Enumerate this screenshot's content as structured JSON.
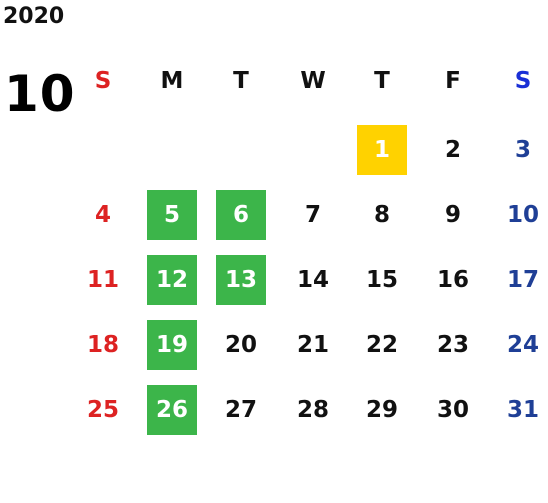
{
  "calendar": {
    "year": "2020",
    "month": "10",
    "weekdays": [
      "S",
      "M",
      "T",
      "W",
      "T",
      "F",
      "S"
    ],
    "colors": {
      "sunday": "#dd2222",
      "saturday_header": "#1a2fd6",
      "saturday": "#1f3f96",
      "weekday": "#111111",
      "highlight_green": "#3cb54a",
      "highlight_yellow": "#ffd200"
    },
    "weeks": [
      [
        {
          "day": ""
        },
        {
          "day": ""
        },
        {
          "day": ""
        },
        {
          "day": ""
        },
        {
          "day": "1",
          "highlight": "yellow"
        },
        {
          "day": "2"
        },
        {
          "day": "3"
        }
      ],
      [
        {
          "day": "4"
        },
        {
          "day": "5",
          "highlight": "green"
        },
        {
          "day": "6",
          "highlight": "green"
        },
        {
          "day": "7"
        },
        {
          "day": "8"
        },
        {
          "day": "9"
        },
        {
          "day": "10"
        }
      ],
      [
        {
          "day": "11"
        },
        {
          "day": "12",
          "highlight": "green"
        },
        {
          "day": "13",
          "highlight": "green"
        },
        {
          "day": "14"
        },
        {
          "day": "15"
        },
        {
          "day": "16"
        },
        {
          "day": "17"
        }
      ],
      [
        {
          "day": "18"
        },
        {
          "day": "19",
          "highlight": "green"
        },
        {
          "day": "20"
        },
        {
          "day": "21"
        },
        {
          "day": "22"
        },
        {
          "day": "23"
        },
        {
          "day": "24"
        }
      ],
      [
        {
          "day": "25"
        },
        {
          "day": "26",
          "highlight": "green"
        },
        {
          "day": "27"
        },
        {
          "day": "28"
        },
        {
          "day": "29"
        },
        {
          "day": "30"
        },
        {
          "day": "31"
        }
      ]
    ]
  }
}
